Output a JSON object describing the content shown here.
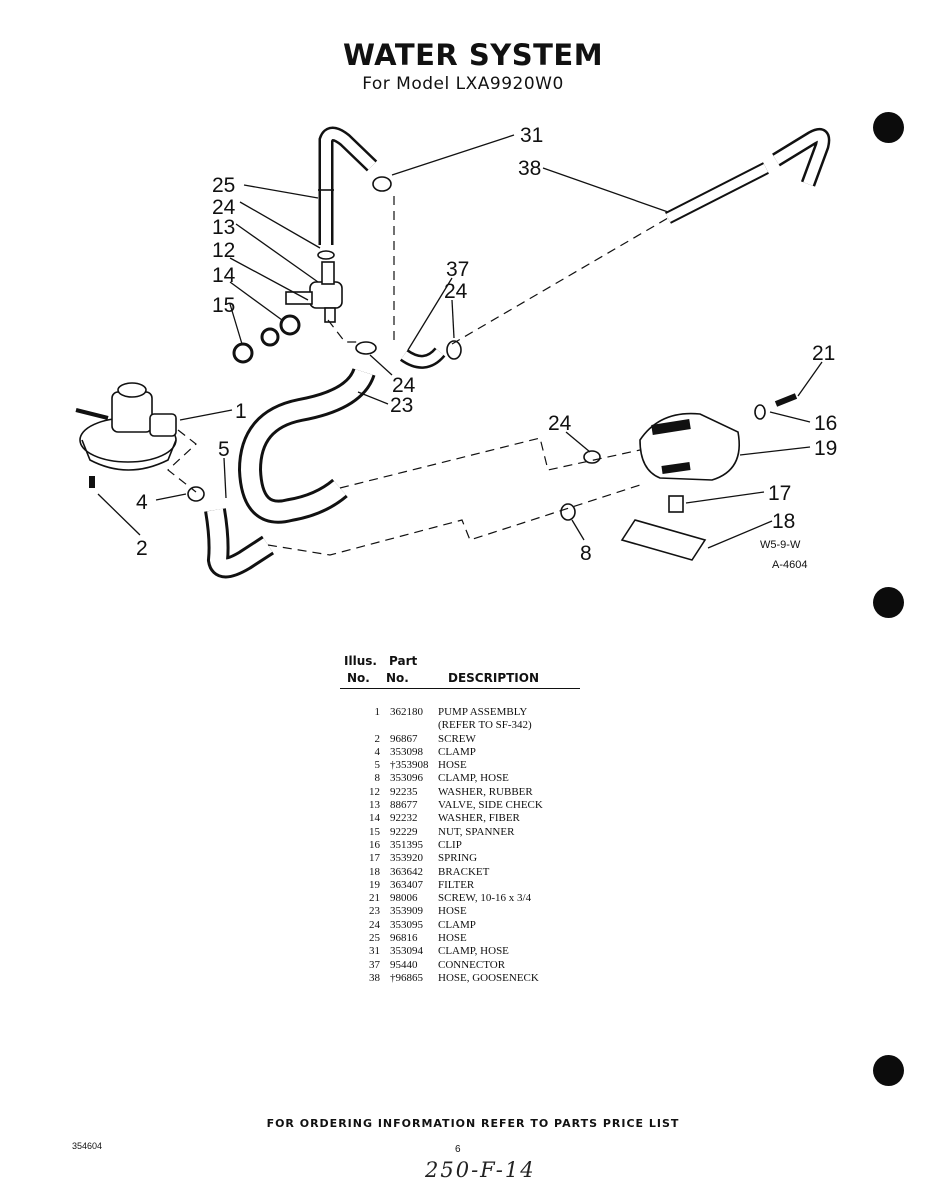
{
  "title": "WATER SYSTEM",
  "subtitle": "For Model LXA9920W0",
  "figure_codes": [
    "W5-9-W",
    "A-4604"
  ],
  "callouts": [
    "31",
    "38",
    "25",
    "24",
    "13",
    "12",
    "14",
    "15",
    "37",
    "24",
    "24",
    "23",
    "1",
    "5",
    "4",
    "2",
    "21",
    "16",
    "24",
    "19",
    "17",
    "18",
    "8"
  ],
  "table": {
    "header_illus": "Illus.",
    "header_part": "Part",
    "header_no1": "No.",
    "header_no2": "No.",
    "header_desc": "DESCRIPTION",
    "rows": [
      {
        "no": "1",
        "part": "362180",
        "desc": "PUMP ASSEMBLY"
      },
      {
        "no": "",
        "part": "",
        "desc": "(REFER TO SF-342)"
      },
      {
        "no": "2",
        "part": "96867",
        "desc": "SCREW"
      },
      {
        "no": "4",
        "part": "353098",
        "desc": "CLAMP"
      },
      {
        "no": "5",
        "part": "†353908",
        "desc": "HOSE"
      },
      {
        "no": "8",
        "part": "353096",
        "desc": "CLAMP, HOSE"
      },
      {
        "no": "12",
        "part": "92235",
        "desc": "WASHER, RUBBER"
      },
      {
        "no": "13",
        "part": "88677",
        "desc": "VALVE, SIDE CHECK"
      },
      {
        "no": "14",
        "part": "92232",
        "desc": "WASHER, FIBER"
      },
      {
        "no": "15",
        "part": "92229",
        "desc": "NUT, SPANNER"
      },
      {
        "no": "16",
        "part": "351395",
        "desc": "CLIP"
      },
      {
        "no": "17",
        "part": "353920",
        "desc": "SPRING"
      },
      {
        "no": "18",
        "part": "363642",
        "desc": "BRACKET"
      },
      {
        "no": "19",
        "part": "363407",
        "desc": "FILTER"
      },
      {
        "no": "21",
        "part": "98006",
        "desc": "SCREW, 10-16 x 3/4"
      },
      {
        "no": "23",
        "part": "353909",
        "desc": "HOSE"
      },
      {
        "no": "24",
        "part": "353095",
        "desc": "CLAMP"
      },
      {
        "no": "25",
        "part": "96816",
        "desc": "HOSE"
      },
      {
        "no": "31",
        "part": "353094",
        "desc": "CLAMP, HOSE"
      },
      {
        "no": "37",
        "part": "95440",
        "desc": "CONNECTOR"
      },
      {
        "no": "38",
        "part": "†96865",
        "desc": "HOSE, GOOSENECK"
      }
    ]
  },
  "footer": "FOR ORDERING INFORMATION REFER TO PARTS PRICE LIST",
  "doc_number": "354604",
  "page_number": "6",
  "handwritten_note": "250-F-14"
}
